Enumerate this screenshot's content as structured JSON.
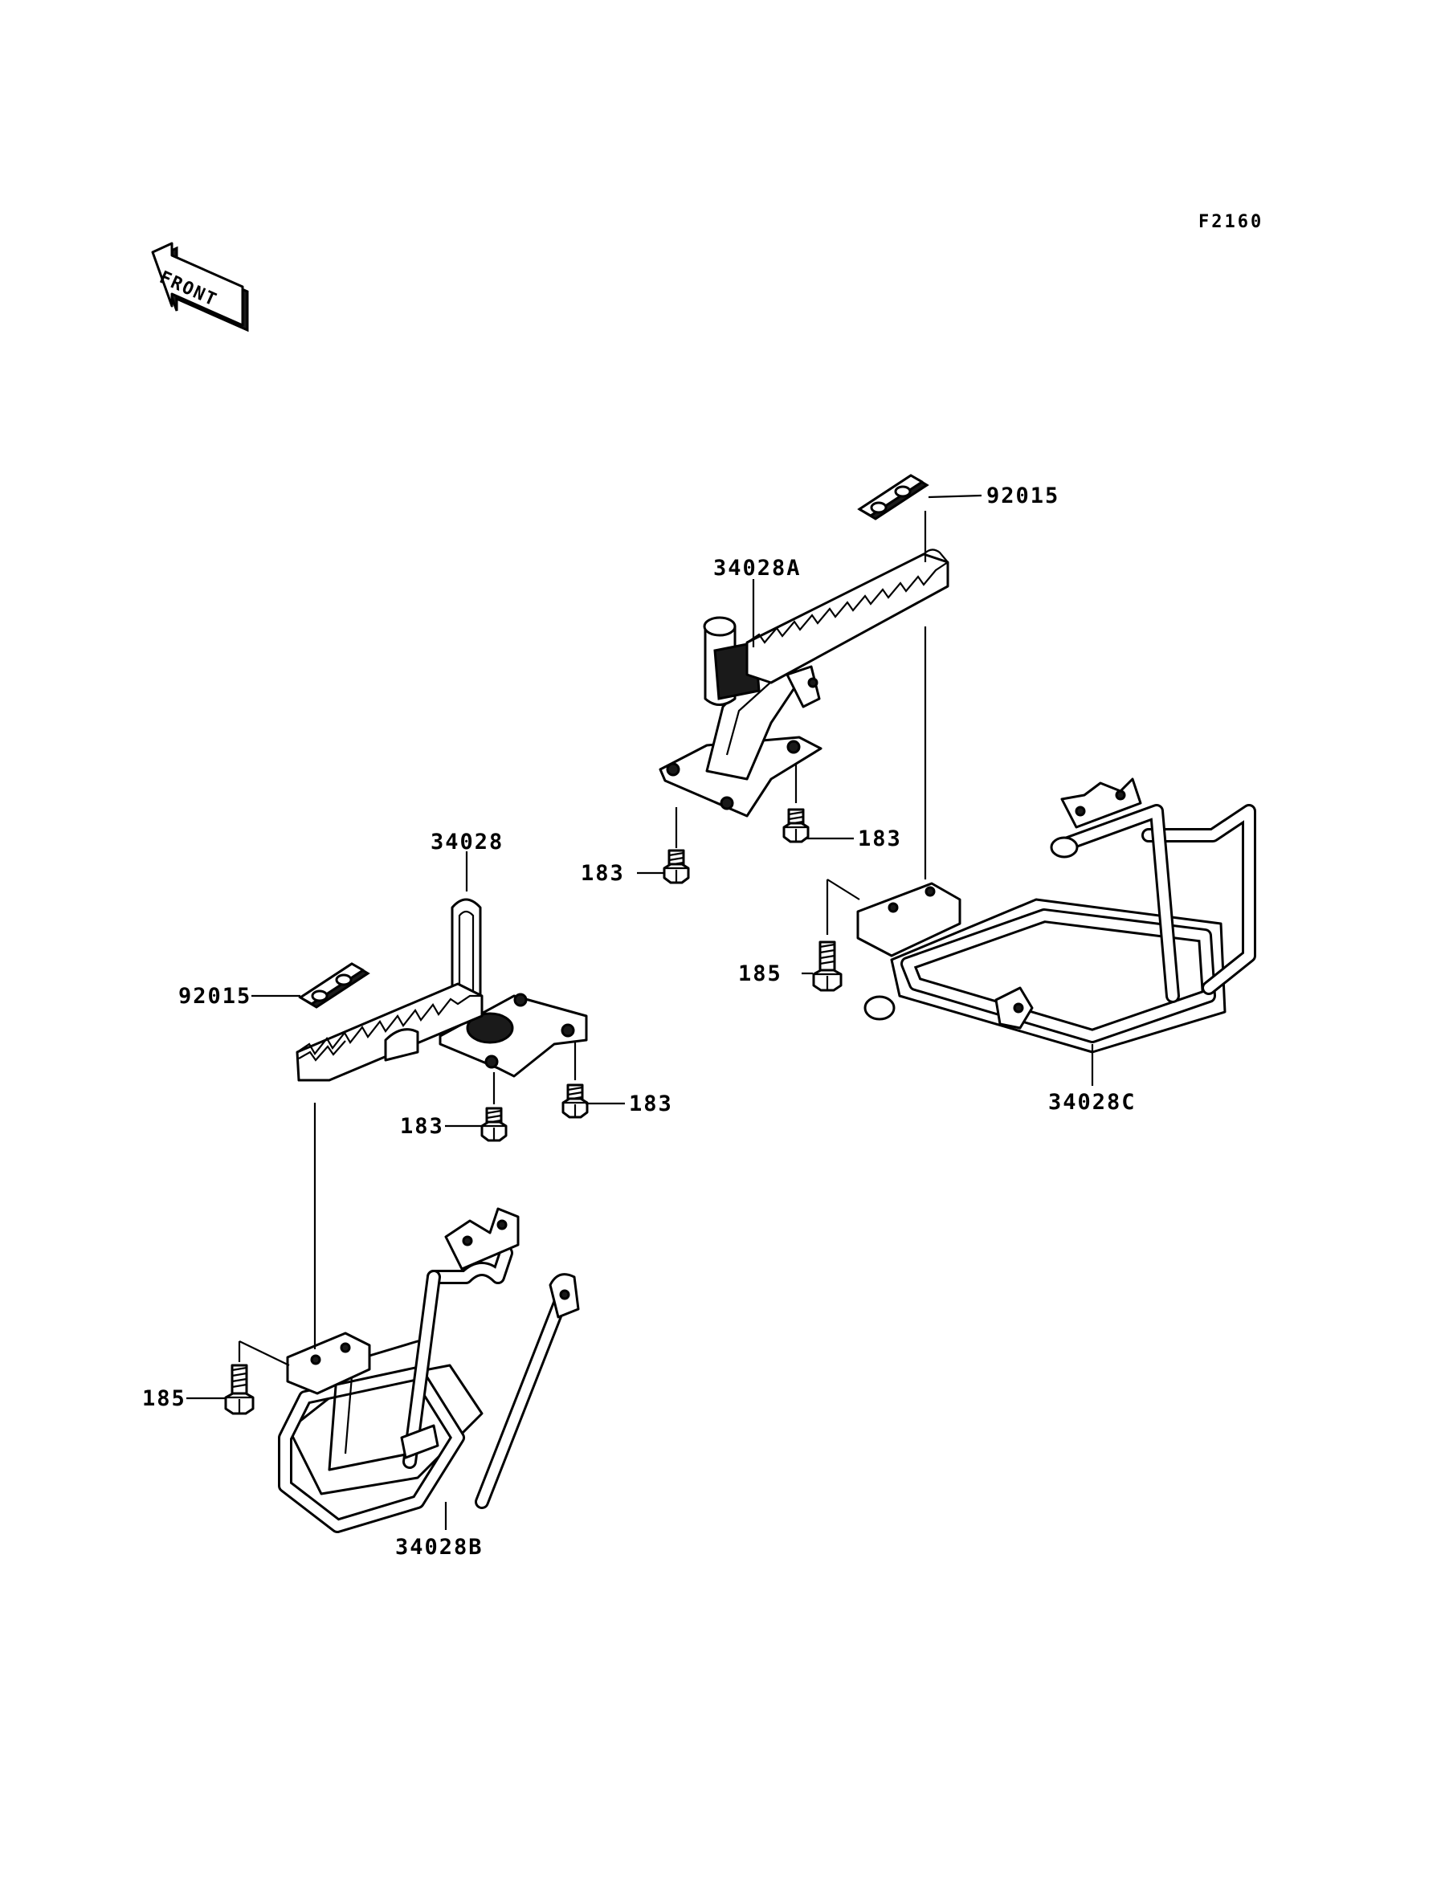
{
  "figure_id": "F2160",
  "front_label": "FRONT",
  "callouts": {
    "washer_upper": "92015",
    "footrest_right": "34028A",
    "bolt_upper_right": "183",
    "bolt_upper_left": "183",
    "guard_right_bolt": "185",
    "guard_right": "34028C",
    "footrest_left": "34028",
    "washer_left": "92015",
    "bolt_left_right": "183",
    "bolt_left_left": "183",
    "guard_left_bolt": "185",
    "guard_left": "34028B"
  }
}
